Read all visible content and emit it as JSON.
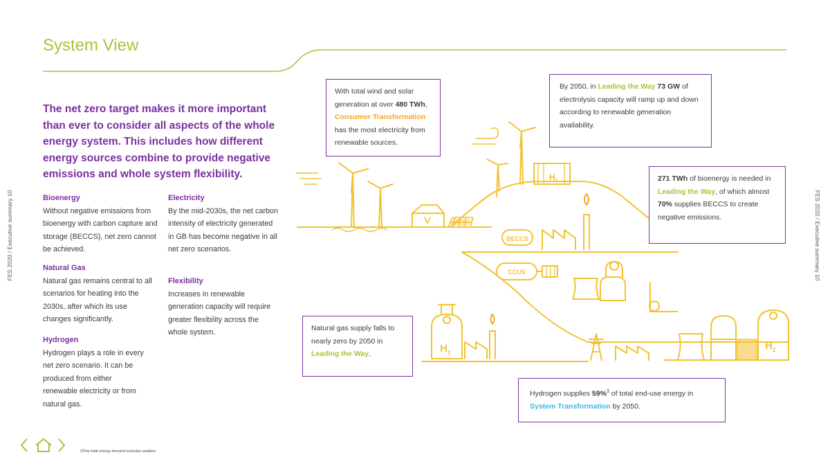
{
  "page": {
    "title": "System View",
    "side_label": "FES 2020  /  Executive summary 10",
    "footnote": "3This total energy demand excludes aviation"
  },
  "intro": "The net zero target makes it more important than ever to consider all aspects of the whole energy system. This includes how different energy sources combine to provide negative emissions and whole system flexibility.",
  "sections": {
    "bioenergy": {
      "heading": "Bioenergy",
      "text": "Without negative emissions from bioenergy with carbon capture and storage (BECCS), net zero cannot be achieved."
    },
    "natural_gas": {
      "heading": "Natural Gas",
      "text": "Natural gas remains central to all scenarios for heating into the 2030s, after which its use changes significantly."
    },
    "hydrogen": {
      "heading": "Hydrogen",
      "text": "Hydrogen plays a role in every net zero scenario. It can be produced from either renewable electricity or from natural gas."
    },
    "electricity": {
      "heading": "Electricity",
      "text": "By the mid-2030s, the net carbon intensity of electricity generated in GB has become negative in all net zero scenarios."
    },
    "flexibility": {
      "heading": "Flexibility",
      "text": "Increases in renewable generation capacity will require greater flexibility across the whole system."
    }
  },
  "callouts": {
    "wind_solar": {
      "t1": "With total wind and solar generation at over ",
      "b1": "480 TWh",
      "t2": ", ",
      "h1": "Consumer Transformation",
      "t3": " has the most electricity from renewable sources."
    },
    "electrolysis": {
      "t1": "By 2050, in ",
      "h1": "Leading the Way",
      "t2": " ",
      "b1": "73 GW",
      "t3": " of electrolysis capacity will ramp up and down according to renewable generation availability."
    },
    "bioenergy": {
      "b1": "271 TWh",
      "t1": " of bioenergy is needed in ",
      "h1": "Leading the Way",
      "t2": ", of which almost ",
      "b2": "70%",
      "t3": " supplies BECCS to create negative emissions."
    },
    "natural_gas": {
      "t1": "Natural gas supply falls to nearly zero by 2050 in ",
      "h1": "Leading the Way",
      "t2": "."
    },
    "hydrogen": {
      "t1": "Hydrogen supplies ",
      "b1": "59%",
      "sup": "3",
      "t2": " of total end-use energy in ",
      "h1": "System Transformation",
      "t3": " by 2050."
    }
  },
  "illustration": {
    "beccs_label": "BECCS",
    "ccus_label": "CCUS",
    "h2_label": "H",
    "h2_sub": "2"
  },
  "colors": {
    "accent_green": "#a6c437",
    "purple": "#7b2fa0",
    "orange": "#f5a623",
    "yellow": "#f2c230",
    "blue": "#3bb6e6"
  },
  "nav": {
    "prev_icon": "chevron-left-icon",
    "home_icon": "home-icon",
    "next_icon": "chevron-right-icon"
  }
}
